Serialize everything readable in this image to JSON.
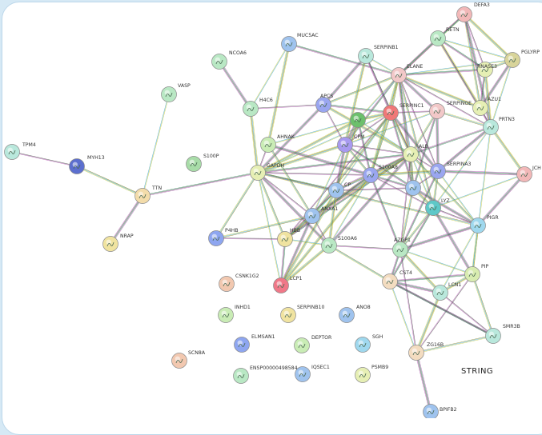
{
  "brand": {
    "label": "STRING"
  },
  "colors": {
    "background": "#d6e9f5",
    "panel": "#ffffff",
    "edge_palette": [
      "#4b4b4b",
      "#7b7b1a",
      "#b15ab1",
      "#3aa0c8",
      "#2e8b57",
      "#c9c93a"
    ]
  },
  "network": {
    "nodes": [
      {
        "id": "TPM4",
        "label": "TPM4",
        "color": "#b9e8dc"
      },
      {
        "id": "MYH13",
        "label": "MYH13",
        "color": "#5c6fcf"
      },
      {
        "id": "TTN",
        "label": "TTN",
        "color": "#f3dcaa"
      },
      {
        "id": "NRAP",
        "label": "NRAP",
        "color": "#f0e3a0"
      },
      {
        "id": "VASP",
        "label": "VASP",
        "color": "#b9e8c4"
      },
      {
        "id": "S100P",
        "label": "S100P",
        "color": "#a8dca8"
      },
      {
        "id": "NCOA6",
        "label": "NCOA6",
        "color": "#b9e8c4"
      },
      {
        "id": "MUC5AC",
        "label": "MUC5AC",
        "color": "#9fc3ee"
      },
      {
        "id": "H4C6",
        "label": "H4C6",
        "color": "#b9e8c4"
      },
      {
        "id": "AHNAK",
        "label": "AHNAK",
        "color": "#c9ecb5"
      },
      {
        "id": "GAPDH",
        "label": "GAPDH",
        "color": "#e6efb4"
      },
      {
        "id": "P4HB",
        "label": "P4HB",
        "color": "#8ea6f0"
      },
      {
        "id": "APCS",
        "label": "APCS",
        "color": "#9aa6f0"
      },
      {
        "id": "SERPINB1",
        "label": "SERPINB1",
        "color": "#b9e8dc"
      },
      {
        "id": "ELANE",
        "label": "ELANE",
        "color": "#f2c8c8"
      },
      {
        "id": "SERPINC1",
        "label": "SERPINC1",
        "color": "#f07878"
      },
      {
        "id": "SERPINGE",
        "label": "SERPINGE",
        "color": "#f2c8c8"
      },
      {
        "id": "DEFA3",
        "label": "DEFA3",
        "color": "#f2b8b8"
      },
      {
        "id": "RETN",
        "label": "RETN",
        "color": "#b9e8c4"
      },
      {
        "id": "PGLYRP",
        "label": "PGLYRP",
        "color": "#d8d49a"
      },
      {
        "id": "RNASE3",
        "label": "RNASE3",
        "color": "#e6efb4"
      },
      {
        "id": "AZU1",
        "label": "AZU1",
        "color": "#e6efb4"
      },
      {
        "id": "PRTN3",
        "label": "PRTN3",
        "color": "#b9e8dc"
      },
      {
        "id": "JCH",
        "label": "JCH",
        "color": "#f2b8b8"
      },
      {
        "id": "GREEN1",
        "label": "",
        "color": "#6cc06c"
      },
      {
        "id": "ALB",
        "label": "ALB",
        "color": "#e6efb4"
      },
      {
        "id": "CPM",
        "label": "CPM",
        "color": "#a89af0"
      },
      {
        "id": "S100A8",
        "label": "S100A8",
        "color": "#9aa6f0"
      },
      {
        "id": "SERPINA3",
        "label": "SERPINA3",
        "color": "#9aa6f0"
      },
      {
        "id": "CP",
        "label": "CP",
        "color": "#9fc3ee"
      },
      {
        "id": "TFRC",
        "label": "",
        "color": "#9fc3ee"
      },
      {
        "id": "LYZ",
        "label": "LYZ",
        "color": "#5ec8c8"
      },
      {
        "id": "PIGR",
        "label": "PIGR",
        "color": "#9fd8ee"
      },
      {
        "id": "ANXA1",
        "label": "ANXA1",
        "color": "#9fc3ee"
      },
      {
        "id": "HBB",
        "label": "HBB",
        "color": "#f0e3a0"
      },
      {
        "id": "S100A6",
        "label": "S100A6",
        "color": "#b9e8c4"
      },
      {
        "id": "AZGP1",
        "label": "AZGP1",
        "color": "#b9e8c4"
      },
      {
        "id": "LCP1",
        "label": "LCP1",
        "color": "#f07888"
      },
      {
        "id": "CST4",
        "label": "CST4",
        "color": "#f3dcc0"
      },
      {
        "id": "LCN1",
        "label": "LCN1",
        "color": "#b9e8dc"
      },
      {
        "id": "PIP",
        "label": "PIP",
        "color": "#d8ecb0"
      },
      {
        "id": "SMR3B",
        "label": "SMR3B",
        "color": "#b9e8dc"
      },
      {
        "id": "ZG16B",
        "label": "ZG16B",
        "color": "#f3dcc0"
      },
      {
        "id": "BPIFB2",
        "label": "BPIFB2",
        "color": "#9fc3ee"
      },
      {
        "id": "CSNK1G2",
        "label": "CSNK1G2",
        "color": "#f2c8b0"
      },
      {
        "id": "INHD1",
        "label": "INHD1",
        "color": "#c9ecb5"
      },
      {
        "id": "SERPINB10",
        "label": "SERPINB10",
        "color": "#f0e3a0"
      },
      {
        "id": "ANO8",
        "label": "ANO8",
        "color": "#9fc3ee"
      },
      {
        "id": "ELMSAN1",
        "label": "ELMSAN1",
        "color": "#8ea6f0"
      },
      {
        "id": "DEPTOR",
        "label": "DEPTOR",
        "color": "#c9ecb5"
      },
      {
        "id": "SGH",
        "label": "SGH",
        "color": "#9fd8ee"
      },
      {
        "id": "SCN8A",
        "label": "SCN8A",
        "color": "#f2c8b0"
      },
      {
        "id": "ENSP00000498584",
        "label": "ENSP00000498584",
        "color": "#b9e8c4"
      },
      {
        "id": "IQSEC1",
        "label": "IQSEC1",
        "color": "#9fc3ee"
      },
      {
        "id": "PSMB9",
        "label": "PSMB9",
        "color": "#e6efb4"
      }
    ],
    "edges": [
      [
        "TPM4",
        "MYH13"
      ],
      [
        "MYH13",
        "TTN"
      ],
      [
        "TTN",
        "NRAP"
      ],
      [
        "TTN",
        "VASP"
      ],
      [
        "TTN",
        "GAPDH"
      ],
      [
        "GAPDH",
        "H4C6"
      ],
      [
        "GAPDH",
        "AHNAK"
      ],
      [
        "GAPDH",
        "P4HB"
      ],
      [
        "GAPDH",
        "APCS"
      ],
      [
        "GAPDH",
        "SERPINC1"
      ],
      [
        "GAPDH",
        "ALB"
      ],
      [
        "GAPDH",
        "CPM"
      ],
      [
        "GAPDH",
        "ANXA1"
      ],
      [
        "GAPDH",
        "HBB"
      ],
      [
        "GAPDH",
        "S100A6"
      ],
      [
        "GAPDH",
        "LCP1"
      ],
      [
        "GAPDH",
        "CP"
      ],
      [
        "GAPDH",
        "GREEN1"
      ],
      [
        "GAPDH",
        "S100A8"
      ],
      [
        "GAPDH",
        "PIGR"
      ],
      [
        "NCOA6",
        "H4C6"
      ],
      [
        "MUC5AC",
        "H4C6"
      ],
      [
        "MUC5AC",
        "ELANE"
      ],
      [
        "MUC5AC",
        "AHNAK"
      ],
      [
        "H4C6",
        "APCS"
      ],
      [
        "AHNAK",
        "ANXA1"
      ],
      [
        "AHNAK",
        "S100A8"
      ],
      [
        "AHNAK",
        "GREEN1"
      ],
      [
        "APCS",
        "SERPINC1"
      ],
      [
        "APCS",
        "ALB"
      ],
      [
        "APCS",
        "CPM"
      ],
      [
        "APCS",
        "ELANE"
      ],
      [
        "APCS",
        "SERPINB1"
      ],
      [
        "SERPINB1",
        "ELANE"
      ],
      [
        "SERPINB1",
        "SERPINC1"
      ],
      [
        "SERPINB1",
        "CPM"
      ],
      [
        "SERPINB1",
        "ALB"
      ],
      [
        "ELANE",
        "DEFA3"
      ],
      [
        "ELANE",
        "RETN"
      ],
      [
        "ELANE",
        "PGLYRP"
      ],
      [
        "ELANE",
        "RNASE3"
      ],
      [
        "ELANE",
        "AZU1"
      ],
      [
        "ELANE",
        "PRTN3"
      ],
      [
        "ELANE",
        "SERPINC1"
      ],
      [
        "ELANE",
        "SERPINGE"
      ],
      [
        "ELANE",
        "ALB"
      ],
      [
        "ELANE",
        "CPM"
      ],
      [
        "ELANE",
        "S100A8"
      ],
      [
        "ELANE",
        "SERPINA3"
      ],
      [
        "ELANE",
        "LYZ"
      ],
      [
        "ELANE",
        "TFRC"
      ],
      [
        "ELANE",
        "GREEN1"
      ],
      [
        "DEFA3",
        "RETN"
      ],
      [
        "DEFA3",
        "PGLYRP"
      ],
      [
        "DEFA3",
        "RNASE3"
      ],
      [
        "DEFA3",
        "AZU1"
      ],
      [
        "DEFA3",
        "PRTN3"
      ],
      [
        "RETN",
        "PGLYRP"
      ],
      [
        "RETN",
        "RNASE3"
      ],
      [
        "RETN",
        "AZU1"
      ],
      [
        "RETN",
        "PRTN3"
      ],
      [
        "PGLYRP",
        "RNASE3"
      ],
      [
        "PGLYRP",
        "AZU1"
      ],
      [
        "PGLYRP",
        "PRTN3"
      ],
      [
        "RNASE3",
        "AZU1"
      ],
      [
        "RNASE3",
        "PRTN3"
      ],
      [
        "AZU1",
        "PRTN3"
      ],
      [
        "PRTN3",
        "SERPINGE"
      ],
      [
        "PRTN3",
        "SERPINA3"
      ],
      [
        "PRTN3",
        "LYZ"
      ],
      [
        "PRTN3",
        "ALB"
      ],
      [
        "PRTN3",
        "JCH"
      ],
      [
        "SERPINGE",
        "SERPINC1"
      ],
      [
        "SERPINGE",
        "ALB"
      ],
      [
        "SERPINGE",
        "SERPINA3"
      ],
      [
        "SERPINGE",
        "CPM"
      ],
      [
        "SERPINGE",
        "TFRC"
      ],
      [
        "SERPINC1",
        "ALB"
      ],
      [
        "SERPINC1",
        "CPM"
      ],
      [
        "SERPINC1",
        "S100A8"
      ],
      [
        "SERPINC1",
        "SERPINA3"
      ],
      [
        "SERPINC1",
        "CP"
      ],
      [
        "SERPINC1",
        "TFRC"
      ],
      [
        "SERPINC1",
        "GREEN1"
      ],
      [
        "SERPINC1",
        "HBB"
      ],
      [
        "SERPINC1",
        "ANXA1"
      ],
      [
        "GREEN1",
        "CPM"
      ],
      [
        "GREEN1",
        "ALB"
      ],
      [
        "GREEN1",
        "S100A8"
      ],
      [
        "GREEN1",
        "CP"
      ],
      [
        "CPM",
        "ALB"
      ],
      [
        "CPM",
        "S100A8"
      ],
      [
        "CPM",
        "CP"
      ],
      [
        "CPM",
        "ANXA1"
      ],
      [
        "CPM",
        "TFRC"
      ],
      [
        "ALB",
        "S100A8"
      ],
      [
        "ALB",
        "SERPINA3"
      ],
      [
        "ALB",
        "TFRC"
      ],
      [
        "ALB",
        "CP"
      ],
      [
        "ALB",
        "LYZ"
      ],
      [
        "ALB",
        "HBB"
      ],
      [
        "ALB",
        "ANXA1"
      ],
      [
        "ALB",
        "AZGP1"
      ],
      [
        "ALB",
        "PIGR"
      ],
      [
        "ALB",
        "S100A6"
      ],
      [
        "S100A8",
        "CP"
      ],
      [
        "S100A8",
        "TFRC"
      ],
      [
        "S100A8",
        "SERPINA3"
      ],
      [
        "S100A8",
        "LYZ"
      ],
      [
        "S100A8",
        "ANXA1"
      ],
      [
        "S100A8",
        "HBB"
      ],
      [
        "S100A8",
        "S100A6"
      ],
      [
        "S100A8",
        "AZGP1"
      ],
      [
        "S100A8",
        "LCP1"
      ],
      [
        "SERPINA3",
        "TFRC"
      ],
      [
        "SERPINA3",
        "LYZ"
      ],
      [
        "SERPINA3",
        "JCH"
      ],
      [
        "SERPINA3",
        "PIGR"
      ],
      [
        "SERPINA3",
        "AZGP1"
      ],
      [
        "TFRC",
        "LYZ"
      ],
      [
        "TFRC",
        "CP"
      ],
      [
        "TFRC",
        "AZGP1"
      ],
      [
        "TFRC",
        "PIGR"
      ],
      [
        "CP",
        "ANXA1"
      ],
      [
        "CP",
        "HBB"
      ],
      [
        "CP",
        "S100A6"
      ],
      [
        "LYZ",
        "PIGR"
      ],
      [
        "LYZ",
        "AZGP1"
      ],
      [
        "LYZ",
        "PIP"
      ],
      [
        "LYZ",
        "JCH"
      ],
      [
        "LYZ",
        "CST4"
      ],
      [
        "ANXA1",
        "HBB"
      ],
      [
        "ANXA1",
        "S100A6"
      ],
      [
        "ANXA1",
        "P4HB"
      ],
      [
        "ANXA1",
        "LCP1"
      ],
      [
        "HBB",
        "S100A6"
      ],
      [
        "HBB",
        "LCP1"
      ],
      [
        "S100A6",
        "LCP1"
      ],
      [
        "S100A6",
        "AZGP1"
      ],
      [
        "S100A6",
        "CST4"
      ],
      [
        "AZGP1",
        "PIGR"
      ],
      [
        "AZGP1",
        "PIP"
      ],
      [
        "AZGP1",
        "CST4"
      ],
      [
        "AZGP1",
        "LCN1"
      ],
      [
        "AZGP1",
        "ZG16B"
      ],
      [
        "PIGR",
        "PIP"
      ],
      [
        "PIGR",
        "JCH"
      ],
      [
        "PIGR",
        "LCN1"
      ],
      [
        "PIP",
        "CST4"
      ],
      [
        "PIP",
        "LCN1"
      ],
      [
        "PIP",
        "ZG16B"
      ],
      [
        "PIP",
        "SMR3B"
      ],
      [
        "CST4",
        "LCN1"
      ],
      [
        "CST4",
        "ZG16B"
      ],
      [
        "CST4",
        "SMR3B"
      ],
      [
        "LCN1",
        "ZG16B"
      ],
      [
        "LCN1",
        "SMR3B"
      ],
      [
        "ZG16B",
        "SMR3B"
      ],
      [
        "ZG16B",
        "BPIFB2"
      ],
      [
        "PIP",
        "PRTN3"
      ],
      [
        "SMR3B",
        "CST4"
      ],
      [
        "LCP1",
        "CP"
      ],
      [
        "P4HB",
        "HBB"
      ]
    ]
  }
}
